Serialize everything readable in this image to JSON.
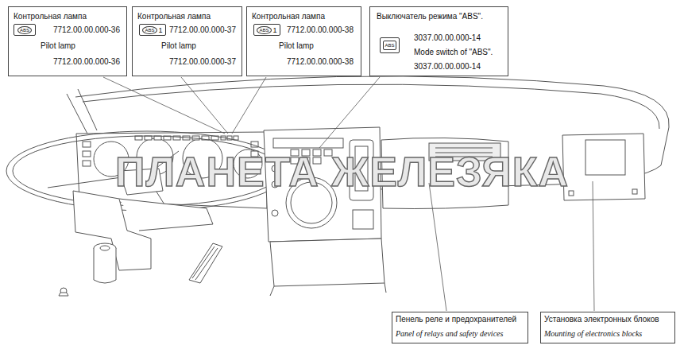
{
  "diagram": {
    "nodes": [
      {
        "text": [
          "Контрольная лампа",
          "7712.00.00.000-36",
          "Pilot lamp",
          "7712.00.00.000-36"
        ]
      },
      {
        "text": [
          "ABS"
        ],
        "in": 0
      },
      {
        "text": [
          "Контрольная лампа",
          "7712.00.00.000-37",
          "Pilot lamp",
          "7712.00.00.000-37"
        ]
      },
      {
        "text": [
          "ABS",
          "1"
        ],
        "in": 2
      },
      {
        "text": [
          "Контрольная лампа",
          "7712.00.00.000-38",
          "Pilot lamp",
          "7712.00.00.000-38"
        ]
      },
      {
        "text": [
          "ABS",
          "1"
        ],
        "in": 4
      },
      {
        "text": [
          "Выключатель режима \"ABS\".",
          "3037.00.00.000-14",
          "Mode switch of \"ABS\".",
          "3037.00.00.000-14"
        ]
      },
      {
        "text": [
          "ABS"
        ],
        "in": 6
      },
      {
        "text": [
          "Пенель реле и предохранителей",
          "Panel of relays and safety devices"
        ]
      },
      {
        "text": [
          "Установка электронных блоков",
          "Mounting of electronics blocks"
        ]
      }
    ],
    "labels": [
      "ПЛАНЕТА ЖЕЛЕЗЯКА"
    ]
  }
}
